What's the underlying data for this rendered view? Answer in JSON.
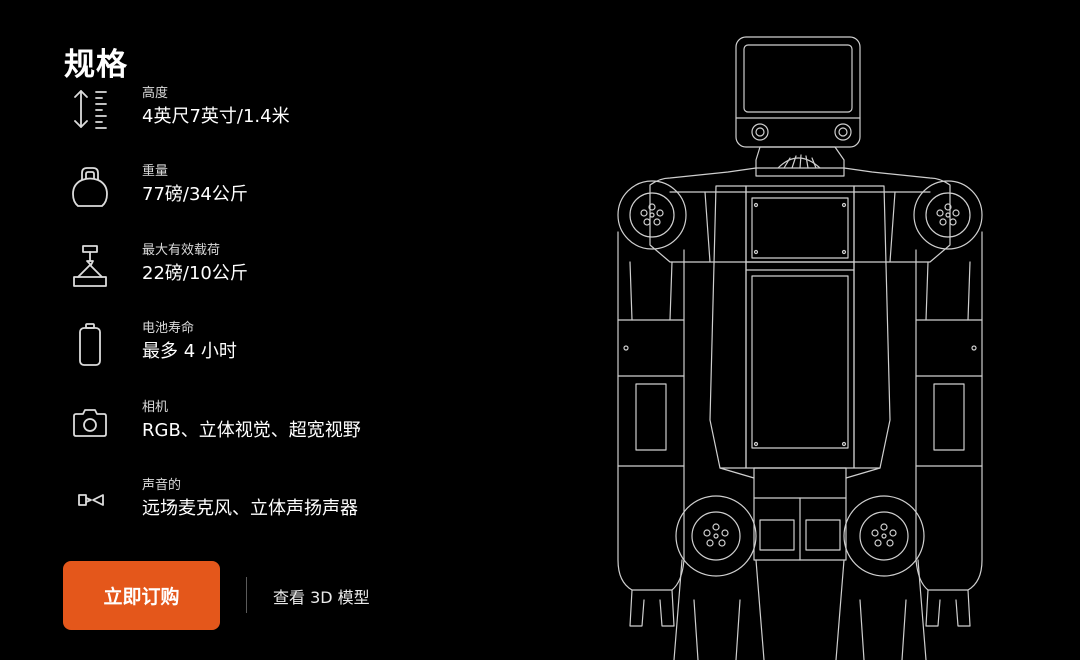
{
  "section": {
    "title": "规格"
  },
  "specs": [
    {
      "icon": "height-ruler-icon",
      "label": "高度",
      "value": "4英尺7英寸/1.4米"
    },
    {
      "icon": "kettlebell-icon",
      "label": "重量",
      "value": "77磅/34公斤"
    },
    {
      "icon": "crane-hook-icon",
      "label": "最大有效载荷",
      "value": "22磅/10公斤"
    },
    {
      "icon": "battery-icon",
      "label": "电池寿命",
      "value": "最多 4 小时"
    },
    {
      "icon": "camera-icon",
      "label": "相机",
      "value": "RGB、立体视觉、超宽视野"
    },
    {
      "icon": "microphone-speaker-icon",
      "label": "声音的",
      "value": "远场麦克风、立体声扬声器"
    }
  ],
  "actions": {
    "buy_label": "立即订购",
    "view_model_label": "查看 3D 模型"
  },
  "colors": {
    "background": "#000000",
    "accent": "#e4571b",
    "text": "#ffffff",
    "label": "#d9d9d9"
  }
}
